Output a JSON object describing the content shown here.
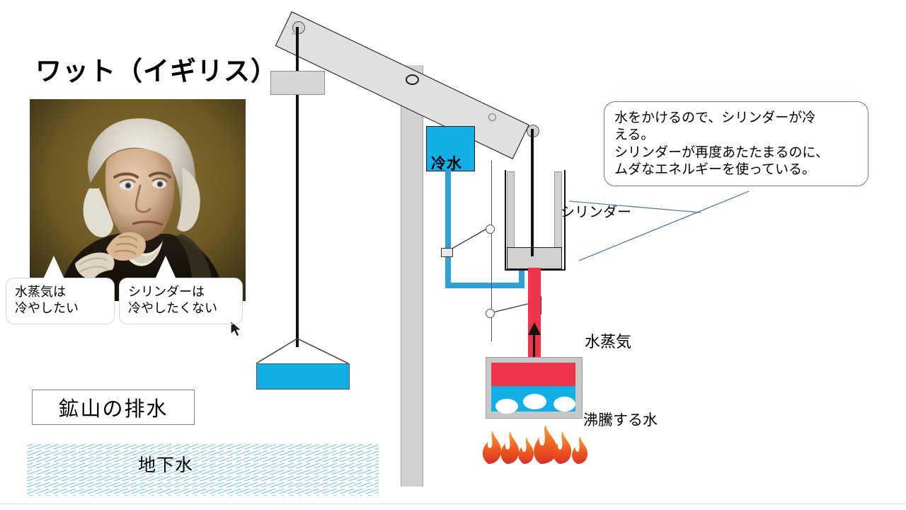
{
  "slide": {
    "title": "ワット（イギリス）",
    "background_color": "#ffffff"
  },
  "colors": {
    "water_cyan": "#11aee8",
    "steam_red": "#ee3449",
    "pipe_blue": "#2f9fd6",
    "metal_gray": "#d0d0d0",
    "callout_border": "#5a7fa8",
    "hatch_blue": "#7ec4e8"
  },
  "portrait": {
    "name": "james-watt-portrait",
    "alt": "ワットの肖像画"
  },
  "bubbles": [
    {
      "id": "steam-wish",
      "text": "水蒸気は\n冷やしたい"
    },
    {
      "id": "cylinder-wish",
      "text": "シリンダーは\n冷やしたくない"
    }
  ],
  "callout": {
    "text": "水をかけるので、シリンダーが冷\nえる。\nシリンダーが再度あたたまるのに、\nムダなエネルギーを使っている。"
  },
  "labels": {
    "mine_drainage": "鉱山の排水",
    "groundwater": "地下水",
    "cold_water_tank": "冷水",
    "cylinder": "シリンダー",
    "steam": "水蒸気",
    "boiling_water": "沸騰する水"
  },
  "icons": {
    "cursor": "mouse-cursor-icon",
    "flame": "flame-icon"
  }
}
